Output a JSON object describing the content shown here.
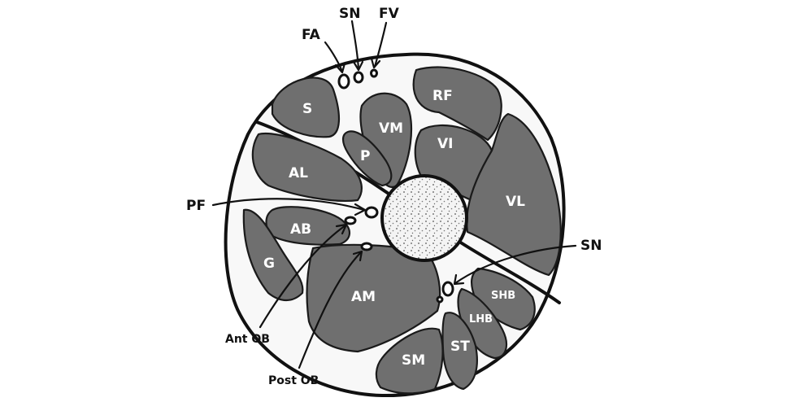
{
  "muscles": {
    "s": "S",
    "rf": "RF",
    "vm": "VM",
    "vi": "VI",
    "p": "P",
    "al": "AL",
    "vl": "VL",
    "ab": "AB",
    "g": "G",
    "am": "AM",
    "shb": "SHB",
    "lhb": "LHB",
    "sm": "SM",
    "st": "ST"
  },
  "annotations": {
    "fa": "FA",
    "sn_top": "SN",
    "fv": "FV",
    "pf": "PF",
    "sn_right": "SN",
    "ant_ob": "Ant OB",
    "post_ob": "Post OB"
  }
}
